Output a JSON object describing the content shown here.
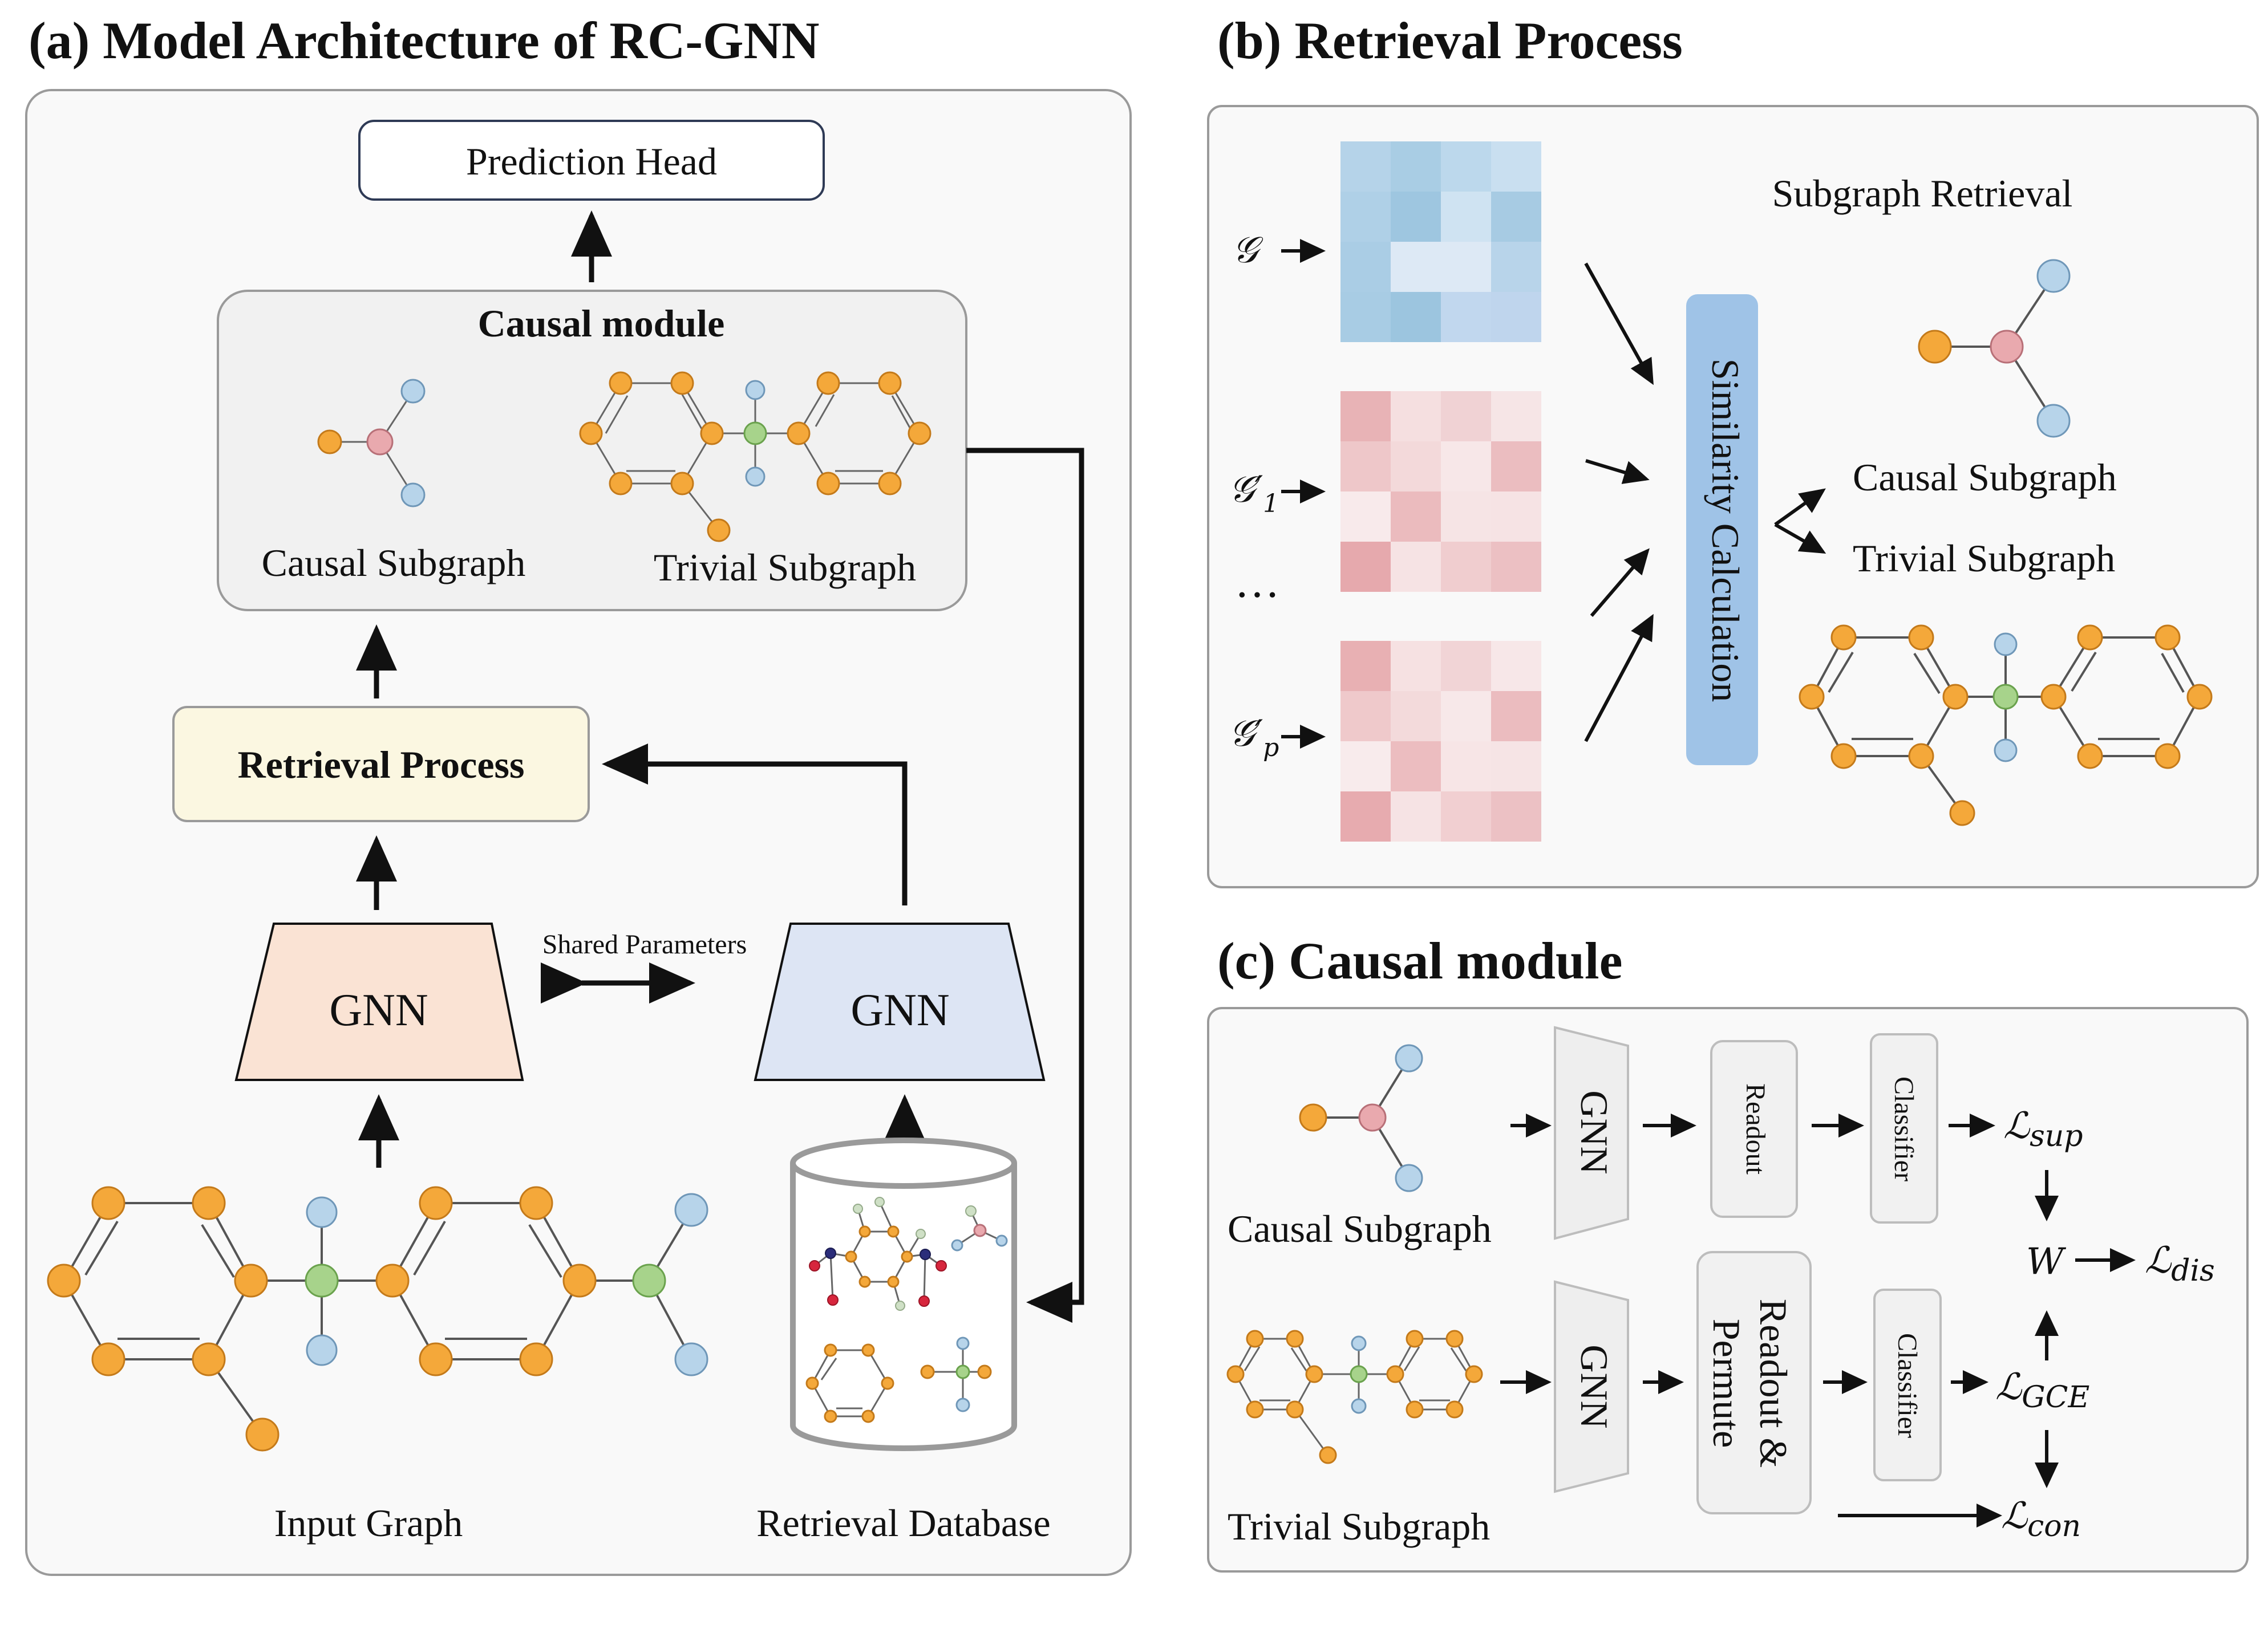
{
  "panels": {
    "a_title": "(a) Model Architecture of RC-GNN",
    "b_title": "(b) Retrieval Process",
    "c_title": "(c) Causal module"
  },
  "panel_a": {
    "prediction_head": "Prediction Head",
    "causal_module": "Causal module",
    "causal_subgraph": "Causal Subgraph",
    "trivial_subgraph": "Trivial Subgraph",
    "retrieval_process": "Retrieval Process",
    "gnn_left": "GNN",
    "gnn_right": "GNN",
    "shared_parameters": "Shared Parameters",
    "input_graph": "Input Graph",
    "retrieval_database": "Retrieval Database"
  },
  "panel_b": {
    "subgraph_retrieval": "Subgraph Retrieval",
    "similarity": "Similarity  Calculation",
    "causal_subgraph": "Causal Subgraph",
    "trivial_subgraph": "Trivial Subgraph",
    "g_label": "𝒢",
    "g1_label": "𝒢′",
    "g1_sub": "1",
    "dots": "···",
    "gp_label": "𝒢′",
    "gp_sub": "p"
  },
  "panel_c": {
    "causal_subgraph": "Causal Subgraph",
    "trivial_subgraph": "Trivial Subgraph",
    "gnn_top": "GNN",
    "gnn_bottom": "GNN",
    "readout": "Readout",
    "readout_permute_1": "Readout &",
    "readout_permute_2": "Permute",
    "classifier_top": "Classifier",
    "classifier_bottom": "Classifier",
    "L": "ℒ",
    "sup": "sup",
    "dis": "dis",
    "gce": "GCE",
    "con": "con",
    "W": "W"
  },
  "colors": {
    "blue_matrix": [
      "#b5d3e9",
      "#a9cde4",
      "#bcd8ec",
      "#c9dff0",
      "#afd0e7",
      "#9ec6e0",
      "#cfe3f2",
      "#a7cbe3",
      "#aacde5",
      "#dde9f5",
      "#dde9f5",
      "#b8d4ea",
      "#a8cce4",
      "#9cc5df",
      "#c1d7ee",
      "#bfd5ed"
    ],
    "red_matrix_1": [
      "#e8b3b6",
      "#f5dfe0",
      "#f0d2d4",
      "#f6e5e6",
      "#eec7c9",
      "#f3d9da",
      "#f7e7e8",
      "#ebbdc0",
      "#f8eaeb",
      "#ebbbbe",
      "#f6e4e5",
      "#f6e3e4",
      "#e6a9ad",
      "#f6e3e4",
      "#f0cdcf",
      "#ecc0c3"
    ],
    "red_matrix_2": [
      "#e8b0b3",
      "#f6e1e2",
      "#f1d4d6",
      "#f7e7e8",
      "#efc9cb",
      "#f3dadb",
      "#f7e8e9",
      "#ebbcbf",
      "#f8ebec",
      "#ecbdc0",
      "#f7e5e6",
      "#f6e4e5",
      "#e7abaf",
      "#f6e3e4",
      "#f1cfd1",
      "#ecc1c4"
    ]
  }
}
